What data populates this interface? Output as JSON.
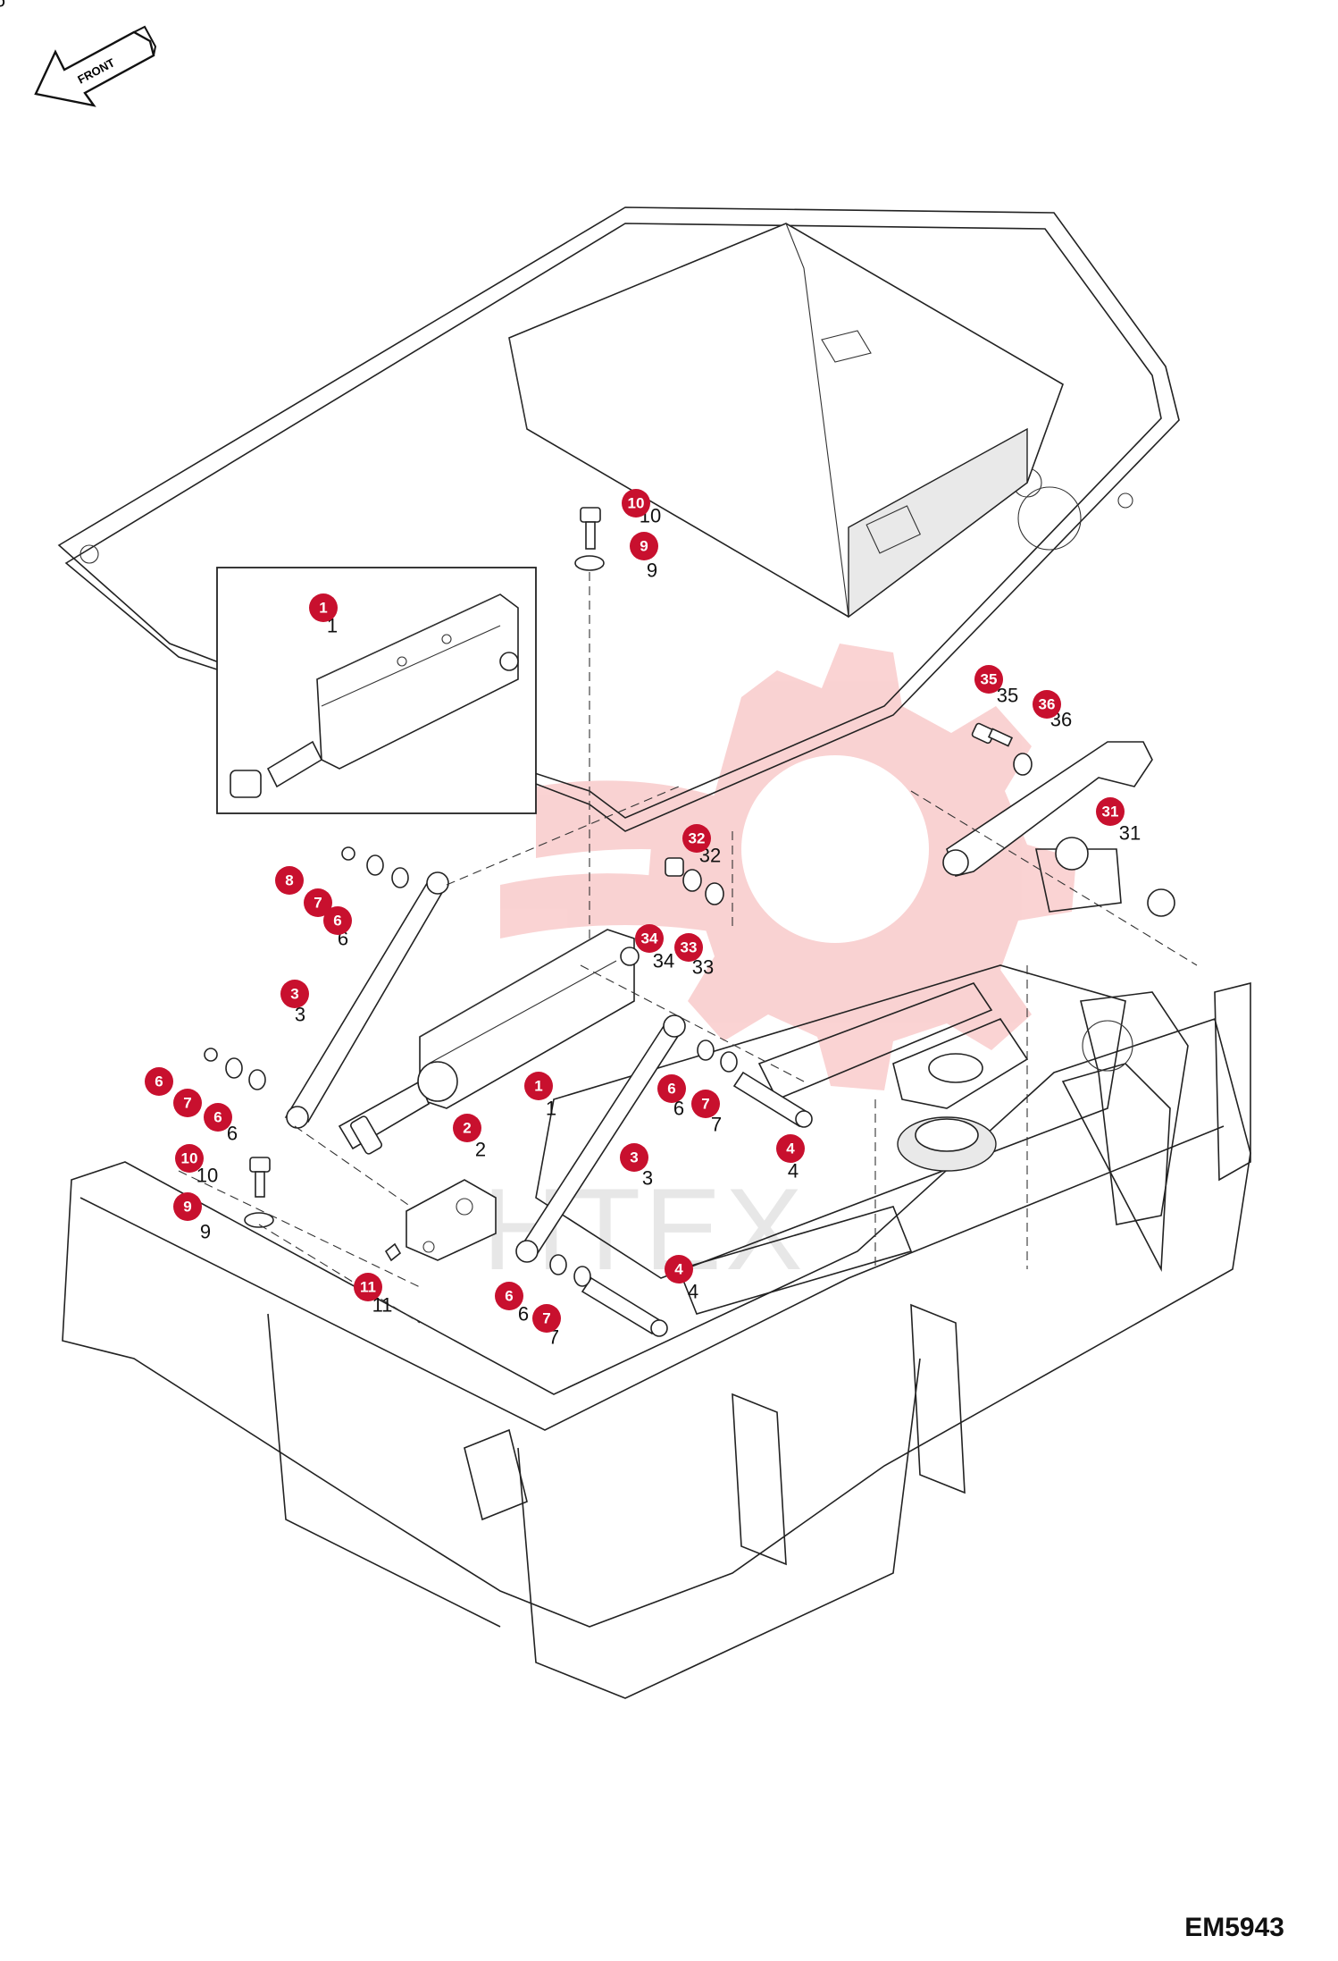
{
  "diagram_code": "EM5943",
  "front_arrow": {
    "label": "FRONT",
    "icon": "front-arrow-icon"
  },
  "watermark": {
    "text": "HTEX",
    "logo": "gear-logo-icon",
    "color": "#f4b3b3"
  },
  "badge_color": "#c8102e",
  "callouts": [
    {
      "id": "1",
      "badge": "1",
      "plain": "1"
    },
    {
      "id": "1b",
      "badge": "1",
      "plain": "1"
    },
    {
      "id": "2",
      "badge": "2",
      "plain": "2"
    },
    {
      "id": "3a",
      "badge": "3",
      "plain": "3"
    },
    {
      "id": "3b",
      "badge": "3",
      "plain": "3"
    },
    {
      "id": "4a",
      "badge": "4",
      "plain": "4"
    },
    {
      "id": "4b",
      "badge": "4",
      "plain": "4"
    },
    {
      "id": "6a",
      "badge": "6",
      "plain": "6"
    },
    {
      "id": "6b",
      "badge": "6",
      "plain": "6"
    },
    {
      "id": "6c",
      "badge": "6",
      "plain": "6"
    },
    {
      "id": "6d",
      "badge": "6",
      "plain": "6"
    },
    {
      "id": "6e",
      "badge": "6",
      "plain": "6"
    },
    {
      "id": "7a",
      "badge": "7",
      "plain": ""
    },
    {
      "id": "7b",
      "badge": "7",
      "plain": ""
    },
    {
      "id": "7c",
      "badge": "7",
      "plain": "7"
    },
    {
      "id": "7d",
      "badge": "7",
      "plain": "7"
    },
    {
      "id": "8",
      "badge": "8",
      "plain": ""
    },
    {
      "id": "9a",
      "badge": "9",
      "plain": "9"
    },
    {
      "id": "9b",
      "badge": "9",
      "plain": "9"
    },
    {
      "id": "10a",
      "badge": "10",
      "plain": "10"
    },
    {
      "id": "10b",
      "badge": "10",
      "plain": "10"
    },
    {
      "id": "11",
      "badge": "11",
      "plain": "11"
    },
    {
      "id": "31",
      "badge": "31",
      "plain": "31"
    },
    {
      "id": "32",
      "badge": "32",
      "plain": "32"
    },
    {
      "id": "33",
      "badge": "33",
      "plain": "33"
    },
    {
      "id": "34",
      "badge": "34",
      "plain": "34"
    },
    {
      "id": "35",
      "badge": "35",
      "plain": "35"
    },
    {
      "id": "36",
      "badge": "36",
      "plain": "36"
    }
  ]
}
